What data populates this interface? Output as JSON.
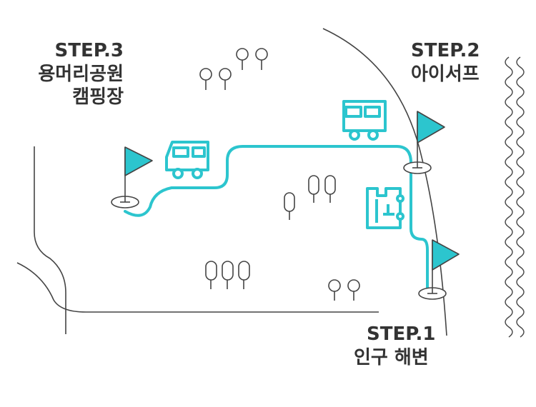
{
  "colors": {
    "route": "#2cc5ce",
    "line": "#444444",
    "text": "#333333"
  },
  "steps": [
    {
      "step": "STEP.3",
      "name_lines": [
        "용머리공원",
        "캠핑장"
      ]
    },
    {
      "step": "STEP.2",
      "name_lines": [
        "아이서프"
      ]
    },
    {
      "step": "STEP.1",
      "name_lines": [
        "인구 해변"
      ]
    }
  ],
  "icons": [
    "camper-van-icon",
    "camper-van-icon",
    "building-icon",
    "flag-icon",
    "tree-icon",
    "wave-icon"
  ]
}
